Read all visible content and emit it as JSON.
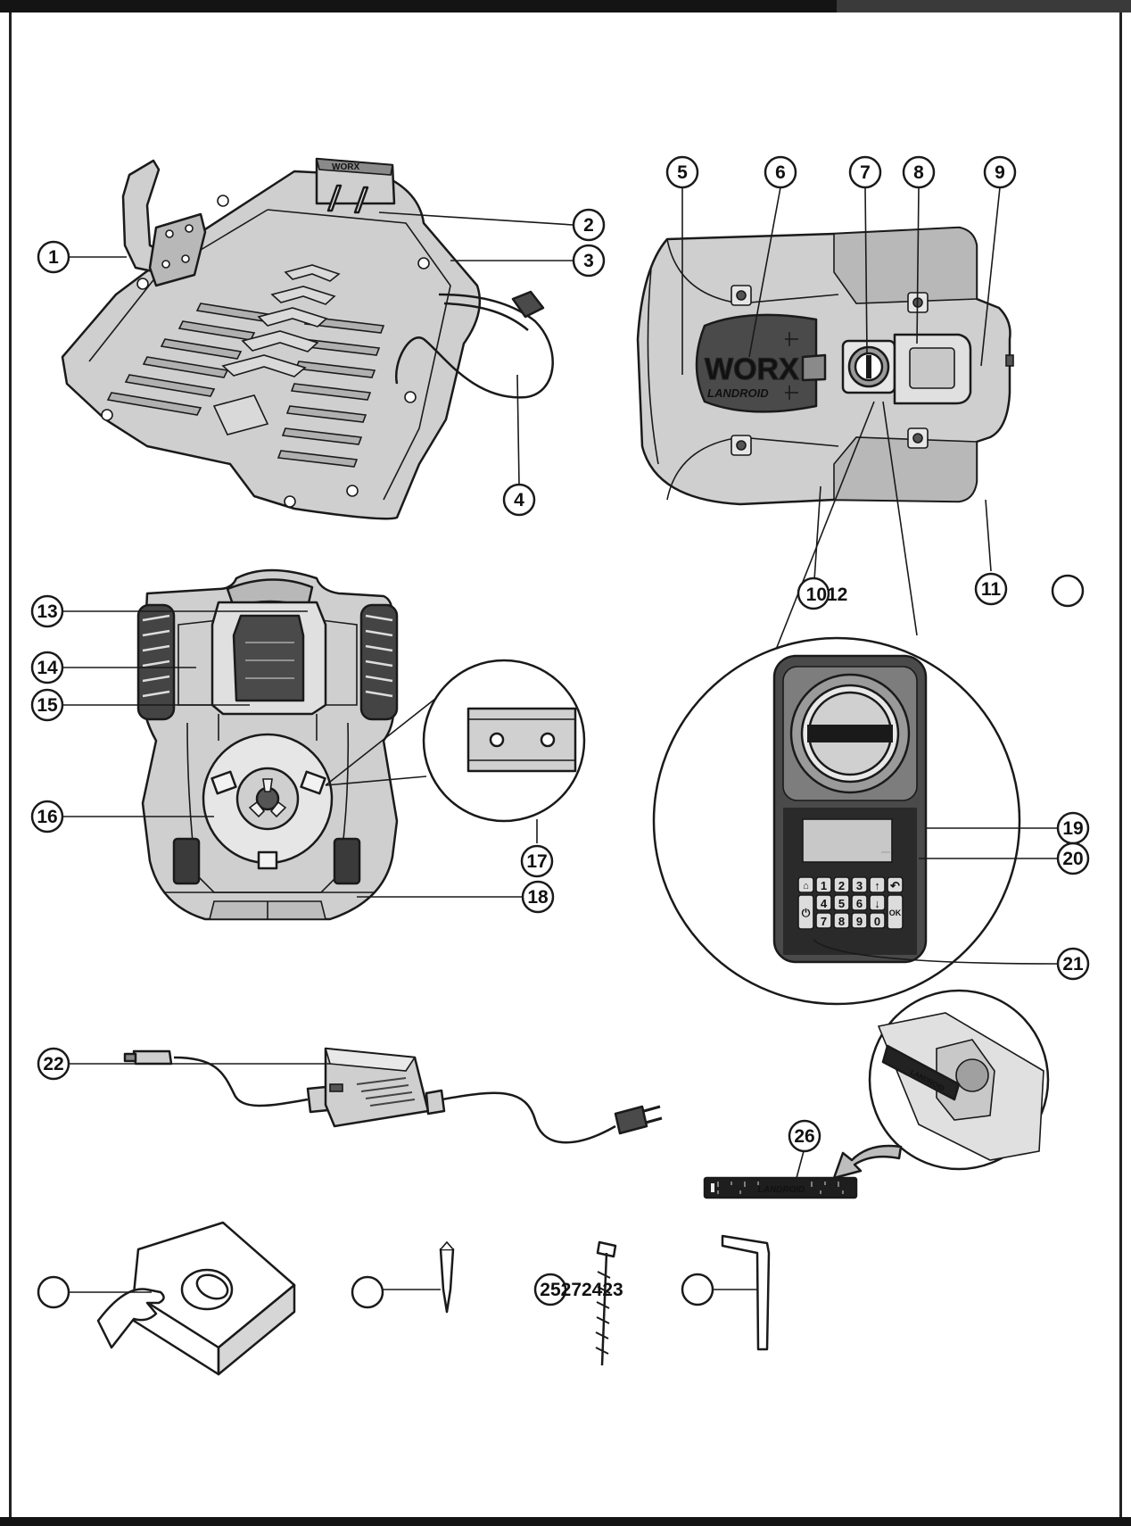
{
  "callouts": {
    "c1": "1",
    "c2": "2",
    "c3": "3",
    "c4": "4",
    "c5": "5",
    "c6": "6",
    "c7": "7",
    "c8": "8",
    "c9": "9",
    "c10_12": "1012",
    "c11": "11",
    "c13": "13",
    "c14": "14",
    "c15": "15",
    "c16": "16",
    "c17": "17",
    "c18": "18",
    "c19": "19",
    "c20": "20",
    "c21": "21",
    "c22": "22",
    "c26": "26",
    "c25_27_24_23": "25272423"
  },
  "product_labels": {
    "base_brand": "WORX",
    "mower_brand": "WORX",
    "mower_subbrand": "LANDROID",
    "ruler_brand": "LANDROID",
    "small_ruler_brand": "LANDROID"
  },
  "keypad": {
    "row1": [
      "1",
      "2",
      "3"
    ],
    "row2": [
      "4",
      "5",
      "6"
    ],
    "row3": [
      "7",
      "8",
      "9",
      "0"
    ],
    "ok_label": "OK"
  },
  "colors": {
    "line": "#1a1a1a",
    "body_fill": "#cfcfcf",
    "dark_fill": "#4a4a4a",
    "panel_fill": "#2a2a2a",
    "key_fill": "#dcdcdc"
  }
}
